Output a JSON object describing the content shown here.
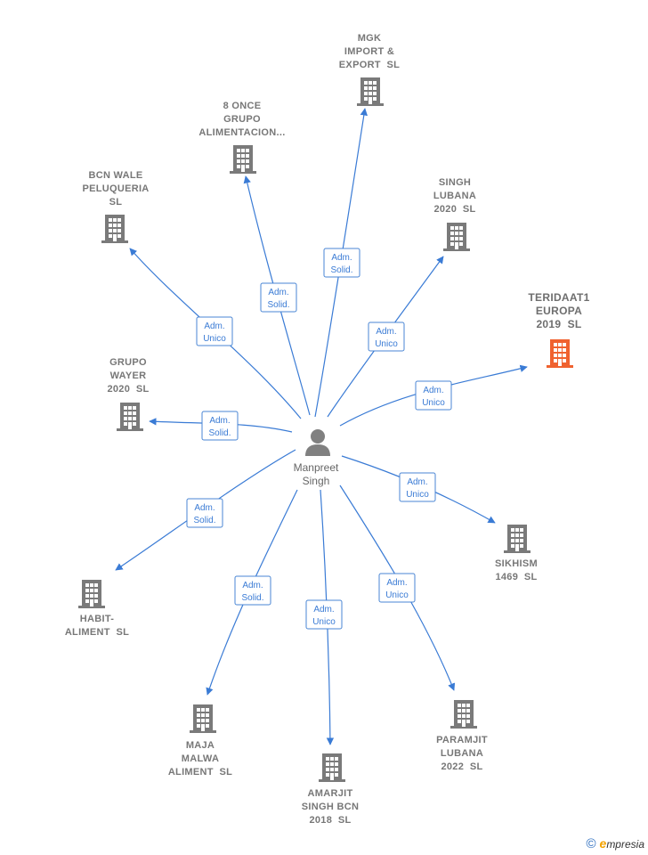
{
  "person": {
    "name_line1": "Manpreet",
    "name_line2": "Singh"
  },
  "companies": [
    {
      "id": "mgk",
      "lines": [
        "MGK",
        "IMPORT &",
        "EXPORT  SL"
      ],
      "role": [
        "Adm.",
        "Solid."
      ],
      "highlight": false
    },
    {
      "id": "8once",
      "lines": [
        "8 ONCE",
        "GRUPO",
        "ALIMENTACION..."
      ],
      "role": [
        "Adm.",
        "Solid."
      ],
      "highlight": false
    },
    {
      "id": "bcnwale",
      "lines": [
        "BCN WALE",
        "PELUQUERIA",
        "SL"
      ],
      "role": [
        "Adm.",
        "Unico"
      ],
      "highlight": false
    },
    {
      "id": "singhlubana",
      "lines": [
        "SINGH",
        "LUBANA",
        "2020  SL"
      ],
      "role": [
        "Adm.",
        "Unico"
      ],
      "highlight": false
    },
    {
      "id": "teridaat",
      "lines": [
        "TERIDAAT1",
        "EUROPA",
        "2019  SL"
      ],
      "role": [
        "Adm.",
        "Unico"
      ],
      "highlight": true
    },
    {
      "id": "wayer",
      "lines": [
        "GRUPO",
        "WAYER",
        "2020  SL"
      ],
      "role": [
        "Adm.",
        "Solid."
      ],
      "highlight": false
    },
    {
      "id": "sikhism",
      "lines": [
        "SIKHISM",
        "1469  SL"
      ],
      "role": [
        "Adm.",
        "Unico"
      ],
      "highlight": false
    },
    {
      "id": "habit",
      "lines": [
        "HABIT-",
        "ALIMENT  SL"
      ],
      "role": [
        "Adm.",
        "Solid."
      ],
      "highlight": false
    },
    {
      "id": "maja",
      "lines": [
        "MAJA",
        "MALWA",
        "ALIMENT  SL"
      ],
      "role": [
        "Adm.",
        "Solid."
      ],
      "highlight": false
    },
    {
      "id": "amarjit",
      "lines": [
        "AMARJIT",
        "SINGH BCN",
        "2018  SL"
      ],
      "role": [
        "Adm.",
        "Unico"
      ],
      "highlight": false
    },
    {
      "id": "paramjit",
      "lines": [
        "PARAMJIT",
        "LUBANA",
        "2022  SL"
      ],
      "role": [
        "Adm.",
        "Unico"
      ],
      "highlight": false
    }
  ],
  "colors": {
    "edge": "#3a7bd5",
    "building": "#7a7a7a",
    "highlight": "#f0622f",
    "person": "#808080"
  },
  "watermark": {
    "copyright": "©",
    "brand_first": "e",
    "brand_rest": "mpresia"
  }
}
